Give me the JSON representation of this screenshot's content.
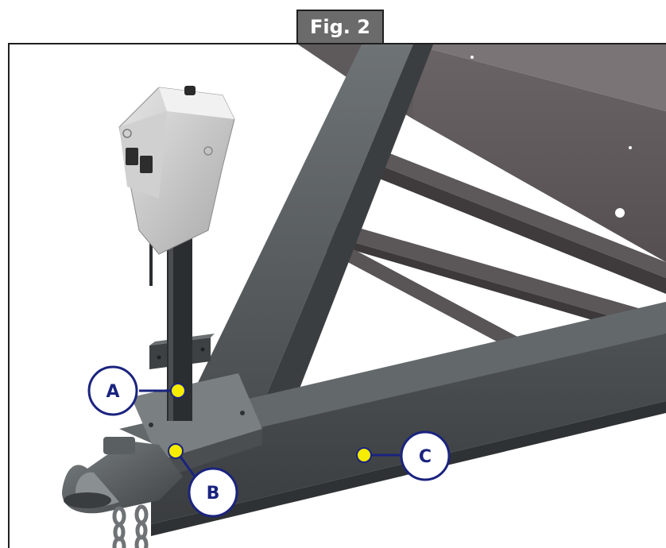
{
  "figure": {
    "label": "Fig. 2"
  },
  "callouts": [
    {
      "id": "A",
      "label": "A"
    },
    {
      "id": "B",
      "label": "B"
    },
    {
      "id": "C",
      "label": "C"
    }
  ],
  "colors": {
    "callout_ring": "#1a237e",
    "callout_dot": "#f5ec00",
    "frame_steel": "#4f5355",
    "tab_fill": "#6b6b6b"
  },
  "icons": {
    "jack_logo": "power-bolt-icon"
  }
}
